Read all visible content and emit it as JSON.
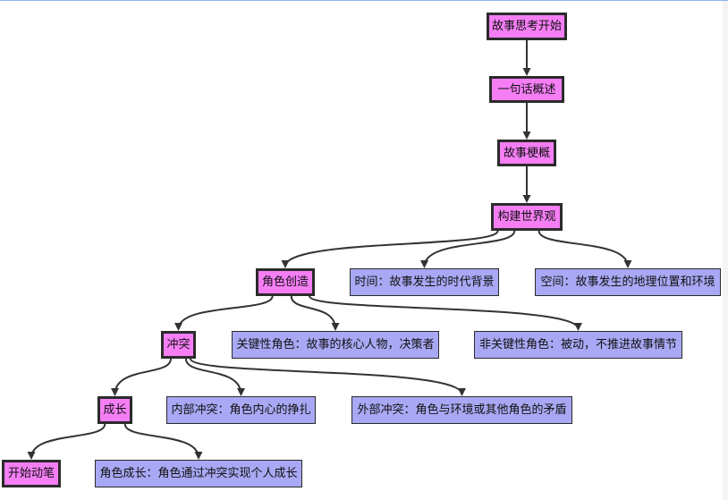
{
  "colors": {
    "highlight_fill": "#f57ef5",
    "normal_fill": "#a8a8f4",
    "node_stroke": "#2b2b2b",
    "edge": "#333333",
    "page_top_border": "#8fb4f0"
  },
  "nodes": [
    {
      "label": "故事思考开始",
      "highlighted": true
    },
    {
      "label": "一句话概述",
      "highlighted": true
    },
    {
      "label": "故事梗概",
      "highlighted": true
    },
    {
      "label": "构建世界观",
      "highlighted": true
    },
    {
      "label": "角色创造",
      "highlighted": true
    },
    {
      "label": "时间：故事发生的时代背景",
      "highlighted": false
    },
    {
      "label": "空间：故事发生的地理位置和环境",
      "highlighted": false
    },
    {
      "label": "冲突",
      "highlighted": true
    },
    {
      "label": "关键性角色：故事的核心人物，决策者",
      "highlighted": false
    },
    {
      "label": "非关键性角色：被动，不推进故事情节",
      "highlighted": false
    },
    {
      "label": "成长",
      "highlighted": true
    },
    {
      "label": "内部冲突：角色内心的挣扎",
      "highlighted": false
    },
    {
      "label": "外部冲突：角色与环境或其他角色的矛盾",
      "highlighted": false
    },
    {
      "label": "开始动笔",
      "highlighted": true
    },
    {
      "label": "角色成长：角色通过冲突实现个人成长",
      "highlighted": false
    }
  ],
  "edges": [
    [
      0,
      1
    ],
    [
      1,
      2
    ],
    [
      2,
      3
    ],
    [
      3,
      4
    ],
    [
      3,
      5
    ],
    [
      3,
      6
    ],
    [
      4,
      7
    ],
    [
      4,
      8
    ],
    [
      4,
      9
    ],
    [
      7,
      10
    ],
    [
      7,
      11
    ],
    [
      7,
      12
    ],
    [
      10,
      13
    ],
    [
      10,
      14
    ]
  ]
}
